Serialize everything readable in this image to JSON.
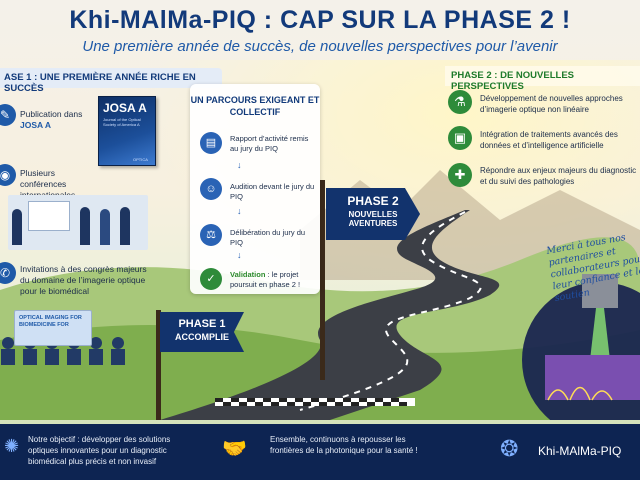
{
  "header": {
    "title": "Khi-MAlMa-PIQ : CAP SUR LA PHASE 2 !",
    "subtitle": "Une première année de succès, de nouvelles perspectives pour l’avenir"
  },
  "phase1": {
    "heading": "ASE 1 : UNE PREMIÈRE ANNÉE RICHE EN SUCCÈS",
    "items": [
      {
        "text": "Publication dans",
        "highlight": "JOSA A"
      },
      {
        "text": "Plusieurs conférences internationales"
      },
      {
        "text": "Invitations à des congrès majeurs du domaine de l’imagerie optique pour le biomédical"
      }
    ],
    "journal": {
      "title": "JOSA A",
      "subtitle": "Journal of the Optical Society of America A",
      "badge": "OPTICA"
    },
    "screen_text": "OPTICAL IMAGING FOR BIOMEDICINE FOR"
  },
  "middle": {
    "title": "UN PARCOURS EXIGEANT ET COLLECTIF",
    "steps": [
      {
        "text": "Rapport d’activité remis au jury du PIQ"
      },
      {
        "text": "Audition devant le jury du PIQ"
      },
      {
        "text": "Délibération du jury du PIQ"
      },
      {
        "lead": "Validation",
        "text": " : le projet poursuit en phase 2 !"
      }
    ]
  },
  "phase2": {
    "heading": "PHASE 2 : DE NOUVELLES PERSPECTIVES",
    "items": [
      {
        "text": "Développement de nouvelles approches d’imagerie optique non linéaire"
      },
      {
        "text": "Intégration de traitements avancés des données et d’intelligence artificielle"
      },
      {
        "text": "Répondre aux enjeux majeurs du diagnostic et du suivi des pathologies"
      }
    ]
  },
  "signs": {
    "phase2_line1": "PHASE 2",
    "phase2_line2": "NOUVELLES",
    "phase2_line3": "AVENTURES",
    "phase1_line1": "PHASE 1",
    "phase1_line2": "ACCOMPLIE"
  },
  "thanks": "Merci à tous nos partenaires et collaborateurs pour leur confiance et leur soutien",
  "footer": {
    "objective": "Notre objectif : développer des solutions optiques innovantes pour un diagnostic biomédical plus précis et non invasif",
    "together": "Ensemble, continuons à repousser les frontières de la photonique pour la santé !",
    "brand": "Khi-MAlMa-PIQ"
  },
  "colors": {
    "primary": "#123a7a",
    "accent_green": "#2e8b3a",
    "footer_bg": "#0d2452"
  }
}
